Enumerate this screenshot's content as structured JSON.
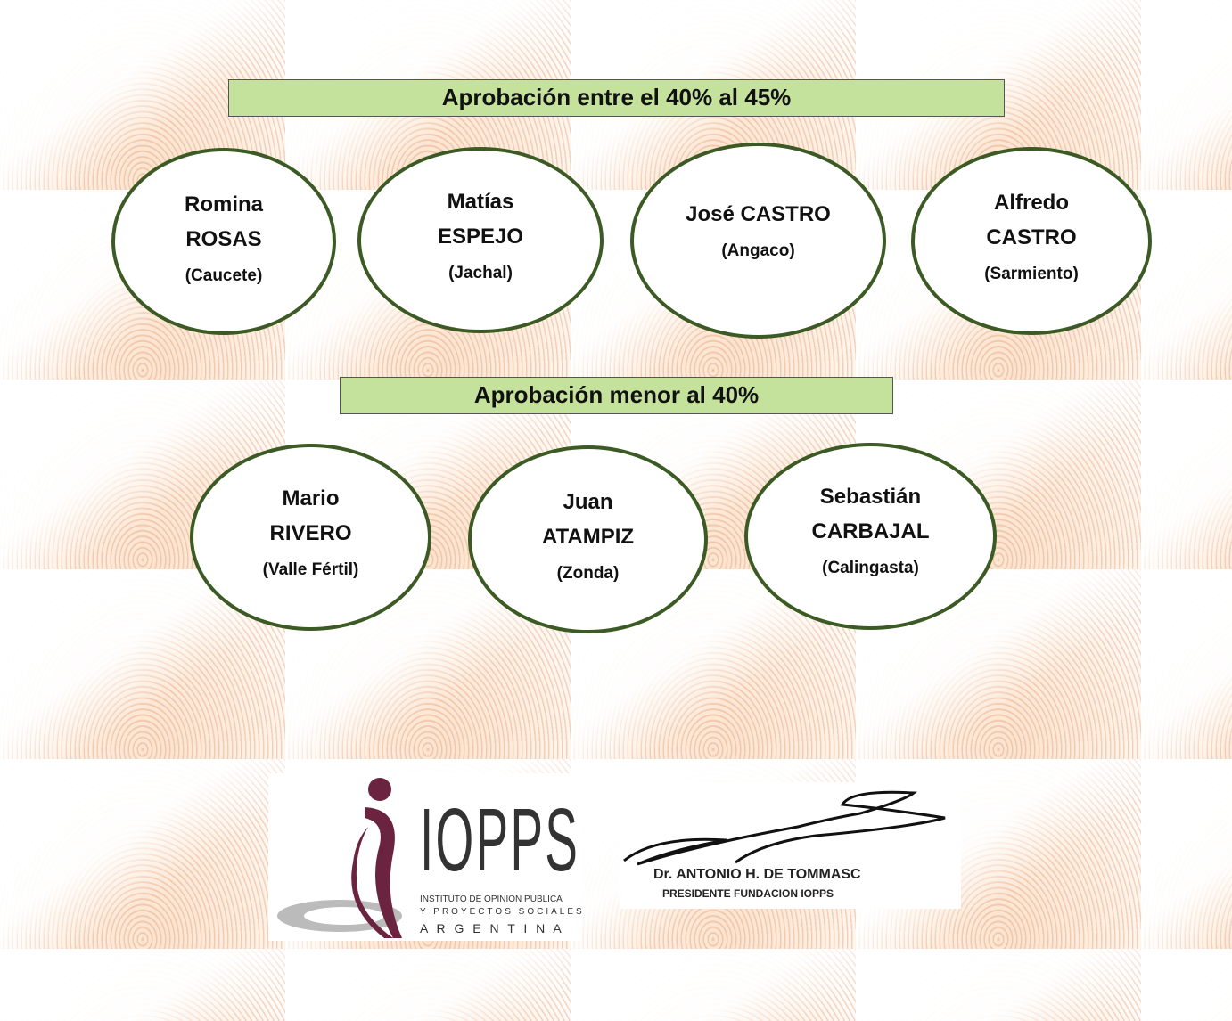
{
  "sections": [
    {
      "title": "Aprobación entre el 40% al 45%",
      "people": [
        {
          "first": "Romina",
          "last": "ROSAS",
          "place": "(Caucete)"
        },
        {
          "first": "Matías",
          "last": "ESPEJO",
          "place": "(Jachal)"
        },
        {
          "first": "José CASTRO",
          "last": "",
          "place": "(Angaco)"
        },
        {
          "first": "Alfredo",
          "last": "CASTRO",
          "place": "(Sarmiento)"
        }
      ]
    },
    {
      "title": "Aprobación menor al 40%",
      "people": [
        {
          "first": "Mario",
          "last": "RIVERO",
          "place": "(Valle Fértil)"
        },
        {
          "first": "Juan",
          "last": "ATAMPIZ",
          "place": "(Zonda)"
        },
        {
          "first": "Sebastián",
          "last": "CARBAJAL",
          "place": "(Calingasta)"
        }
      ]
    }
  ],
  "logo": {
    "name": "IOPPS",
    "line1": "INSTITUTO DE OPINION PUBLICA",
    "line2": "Y PROYECTOS SOCIALES",
    "line3": "A R G E N T I N A"
  },
  "signature": {
    "name": "Dr. ANTONIO H. DE TOMMASC",
    "role": "PRESIDENTE FUNDACION IOPPS"
  },
  "colors": {
    "banner": "#c5e29c",
    "oval_border": "#3c5a24",
    "logo": "#6b2440"
  }
}
